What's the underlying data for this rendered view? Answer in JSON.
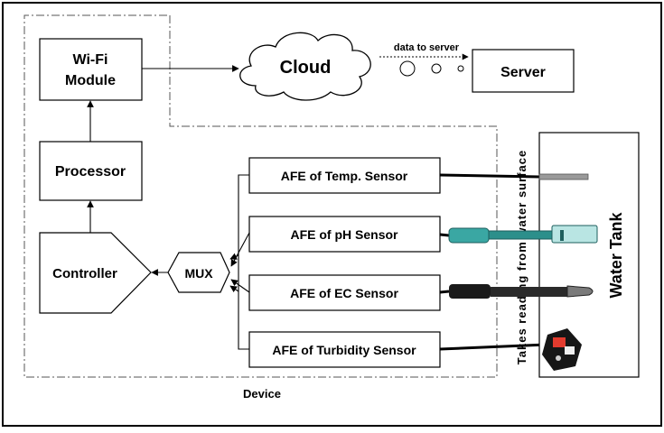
{
  "blocks": {
    "wifi_line1": "Wi-Fi",
    "wifi_line2": "Module",
    "cloud": "Cloud",
    "server": "Server",
    "data_to_server": "data to server",
    "processor": "Processor",
    "controller": "Controller",
    "mux": "MUX",
    "afe_temp": "AFE of Temp. Sensor",
    "afe_ph": "AFE of pH Sensor",
    "afe_ec": "AFE of EC Sensor",
    "afe_turbidity": "AFE of Turbidity Sensor",
    "device": "Device",
    "water_tank": "Water Tank",
    "vertical_note": "Takes reading from water surface"
  },
  "colors": {
    "ph_probe": "#3aa7a3",
    "ec_probe": "#1a1a1a",
    "temp_probe": "#9a9a9a",
    "outline": "#000000"
  },
  "icons": [
    "cloud-icon",
    "bubble-icon",
    "temperature-probe-icon",
    "ph-probe-icon",
    "ec-probe-icon",
    "turbidity-sensor-icon"
  ]
}
